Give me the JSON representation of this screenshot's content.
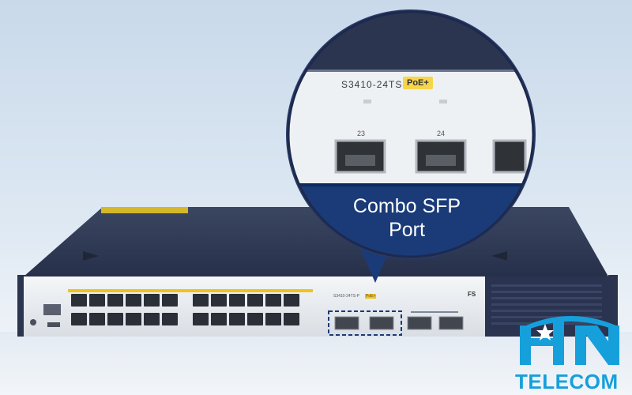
{
  "switch": {
    "model_label": "S3410-24TS-P",
    "poe_badge": "PoE+",
    "brand_mark": "FS"
  },
  "zoom": {
    "model_label": "S3410-24TS-P",
    "poe_badge": "PoE+",
    "port_numbers": [
      "23",
      "24"
    ]
  },
  "callout": {
    "line1": "Combo SFP",
    "line2": "Port"
  },
  "watermark": {
    "text": "TELECOM"
  },
  "colors": {
    "switch_top": "#2f3a52",
    "switch_front": "#e9ecf0",
    "accent_yellow": "#f2c319",
    "callout_blue": "#1b3b78",
    "logo_blue": "#16a0db"
  }
}
